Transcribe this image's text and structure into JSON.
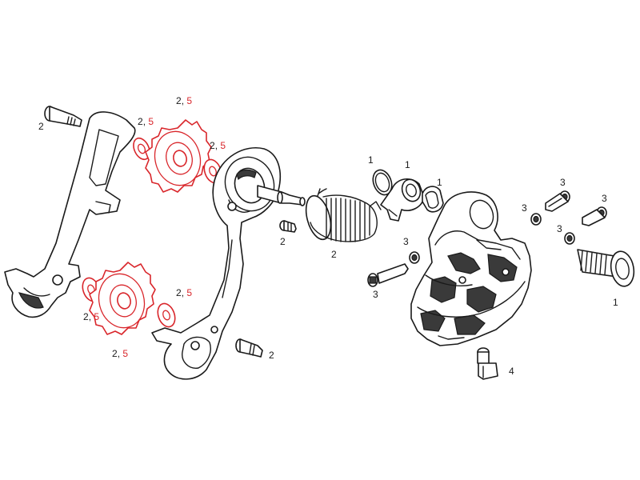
{
  "colors": {
    "outline": "#1a1a1a",
    "highlight": "#d9262b",
    "background": "#ffffff"
  },
  "parts": {
    "pin_upper": "2",
    "pulley_upper_washer_left": {
      "num": "2",
      "sep": ", ",
      "hl": "5"
    },
    "pulley_upper": {
      "num": "2",
      "sep": ", ",
      "hl": "5"
    },
    "pulley_upper_washer_right": {
      "num": "2",
      "sep": ", ",
      "hl": "5"
    },
    "pulley_lower_washer_left": {
      "num": "2",
      "sep": ", ",
      "hl": "5"
    },
    "pulley_lower": {
      "num": "2",
      "sep": ", ",
      "hl": "5"
    },
    "pulley_lower_washer_right": {
      "num": "2",
      "sep": ", ",
      "hl": "5"
    },
    "cage_bolt_small": "2",
    "cage_bolt_lower": "2",
    "spring": "2",
    "ring_left": "1",
    "bushing": "1",
    "ring_right": "1",
    "washer_small_mid": "3",
    "long_bolt_mid": "3",
    "bolt_top_right": "3",
    "bolt_right": "3",
    "washer_right_1": "3",
    "washer_right_2": "3",
    "b_knuckle_bolt": "1",
    "cable_fixing_bolt": "4"
  }
}
